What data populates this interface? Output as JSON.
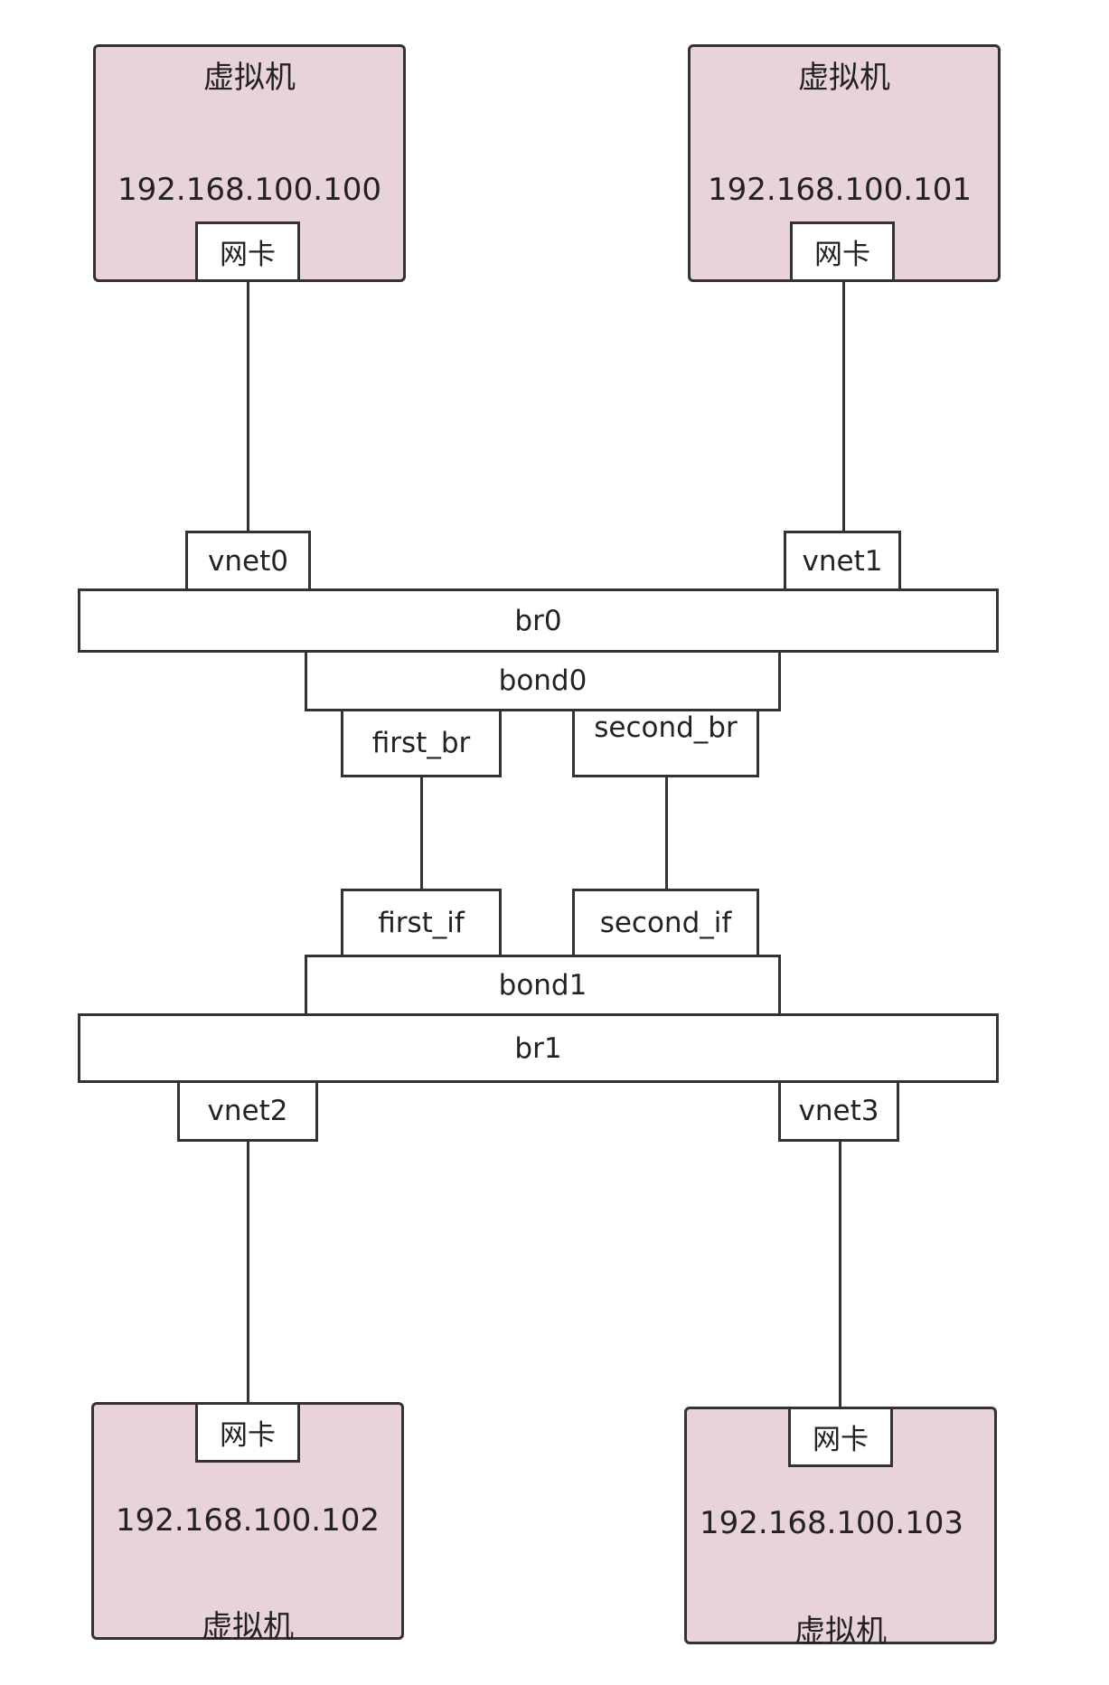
{
  "vms": {
    "vm0": {
      "title": "虚拟机",
      "ip": "192.168.100.100",
      "nic": "网卡"
    },
    "vm1": {
      "title": "虚拟机",
      "ip": "192.168.100.101",
      "nic": "网卡"
    },
    "vm2": {
      "title": "虚拟机",
      "ip": "192.168.100.102",
      "nic": "网卡"
    },
    "vm3": {
      "title": "虚拟机",
      "ip": "192.168.100.103",
      "nic": "网卡"
    }
  },
  "ports": {
    "vnet0": "vnet0",
    "vnet1": "vnet1",
    "vnet2": "vnet2",
    "vnet3": "vnet3",
    "first_br": "first_br",
    "second_br": "second_br",
    "first_if": "first_if",
    "second_if": "second_if"
  },
  "bridges": {
    "br0": "br0",
    "br1": "br1"
  },
  "bonds": {
    "bond0": "bond0",
    "bond1": "bond1"
  },
  "colors": {
    "vm_fill": "#e8d3d9",
    "stroke": "#333333"
  }
}
